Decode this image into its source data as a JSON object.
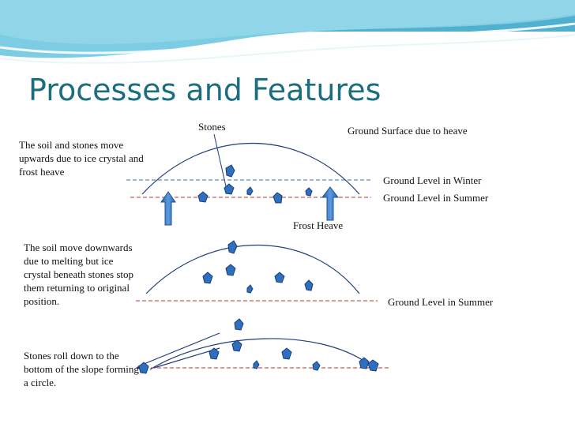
{
  "title": "Processes and Features",
  "labels": {
    "stones": "Stones",
    "ground_surface": "Ground Surface due to heave",
    "ground_winter": "Ground Level in Winter",
    "ground_summer_1": "Ground Level in Summer",
    "frost_heave": "Frost Heave",
    "ground_summer_2": "Ground Level in Summer"
  },
  "descriptions": {
    "heave": "The soil and stones move upwards due to ice crystal and frost heave",
    "melt": "The soil move downwards due to melting but ice crystal beneath stones stop them returning to original position.",
    "roll": "Stones roll down to the bottom of the slope forming a circle."
  },
  "colors": {
    "title": "#1c6d80",
    "curve": "#1f3f7a",
    "stone": "#2e6fc0",
    "winter_line": "#3a6eb0",
    "summer_line": "#c0302a"
  }
}
